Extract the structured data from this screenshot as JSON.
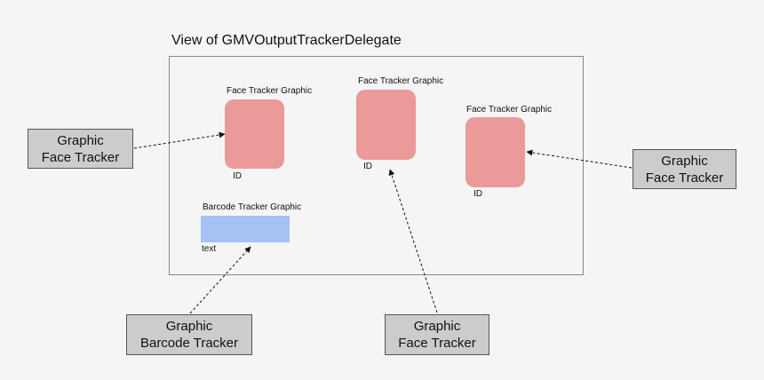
{
  "view": {
    "title": "View of GMVOutputTrackerDelegate"
  },
  "graphics": {
    "face1": {
      "label": "Face Tracker Graphic",
      "id_label": "ID"
    },
    "face2": {
      "label": "Face Tracker Graphic",
      "id_label": "ID"
    },
    "face3": {
      "label": "Face Tracker Graphic",
      "id_label": "ID"
    },
    "barcode": {
      "label": "Barcode Tracker Graphic",
      "text_label": "text"
    }
  },
  "trackers": {
    "left": {
      "line1": "Graphic",
      "line2": "Face Tracker"
    },
    "right": {
      "line1": "Graphic",
      "line2": "Face Tracker"
    },
    "bottom_barcode": {
      "line1": "Graphic",
      "line2": "Barcode Tracker"
    },
    "bottom_face": {
      "line1": "Graphic",
      "line2": "Face Tracker"
    }
  },
  "colors": {
    "face_graphic": "#eb9a9a",
    "barcode_graphic": "#a4c2f4",
    "tracker_box": "#cccccc",
    "background": "#f5f5f5"
  }
}
